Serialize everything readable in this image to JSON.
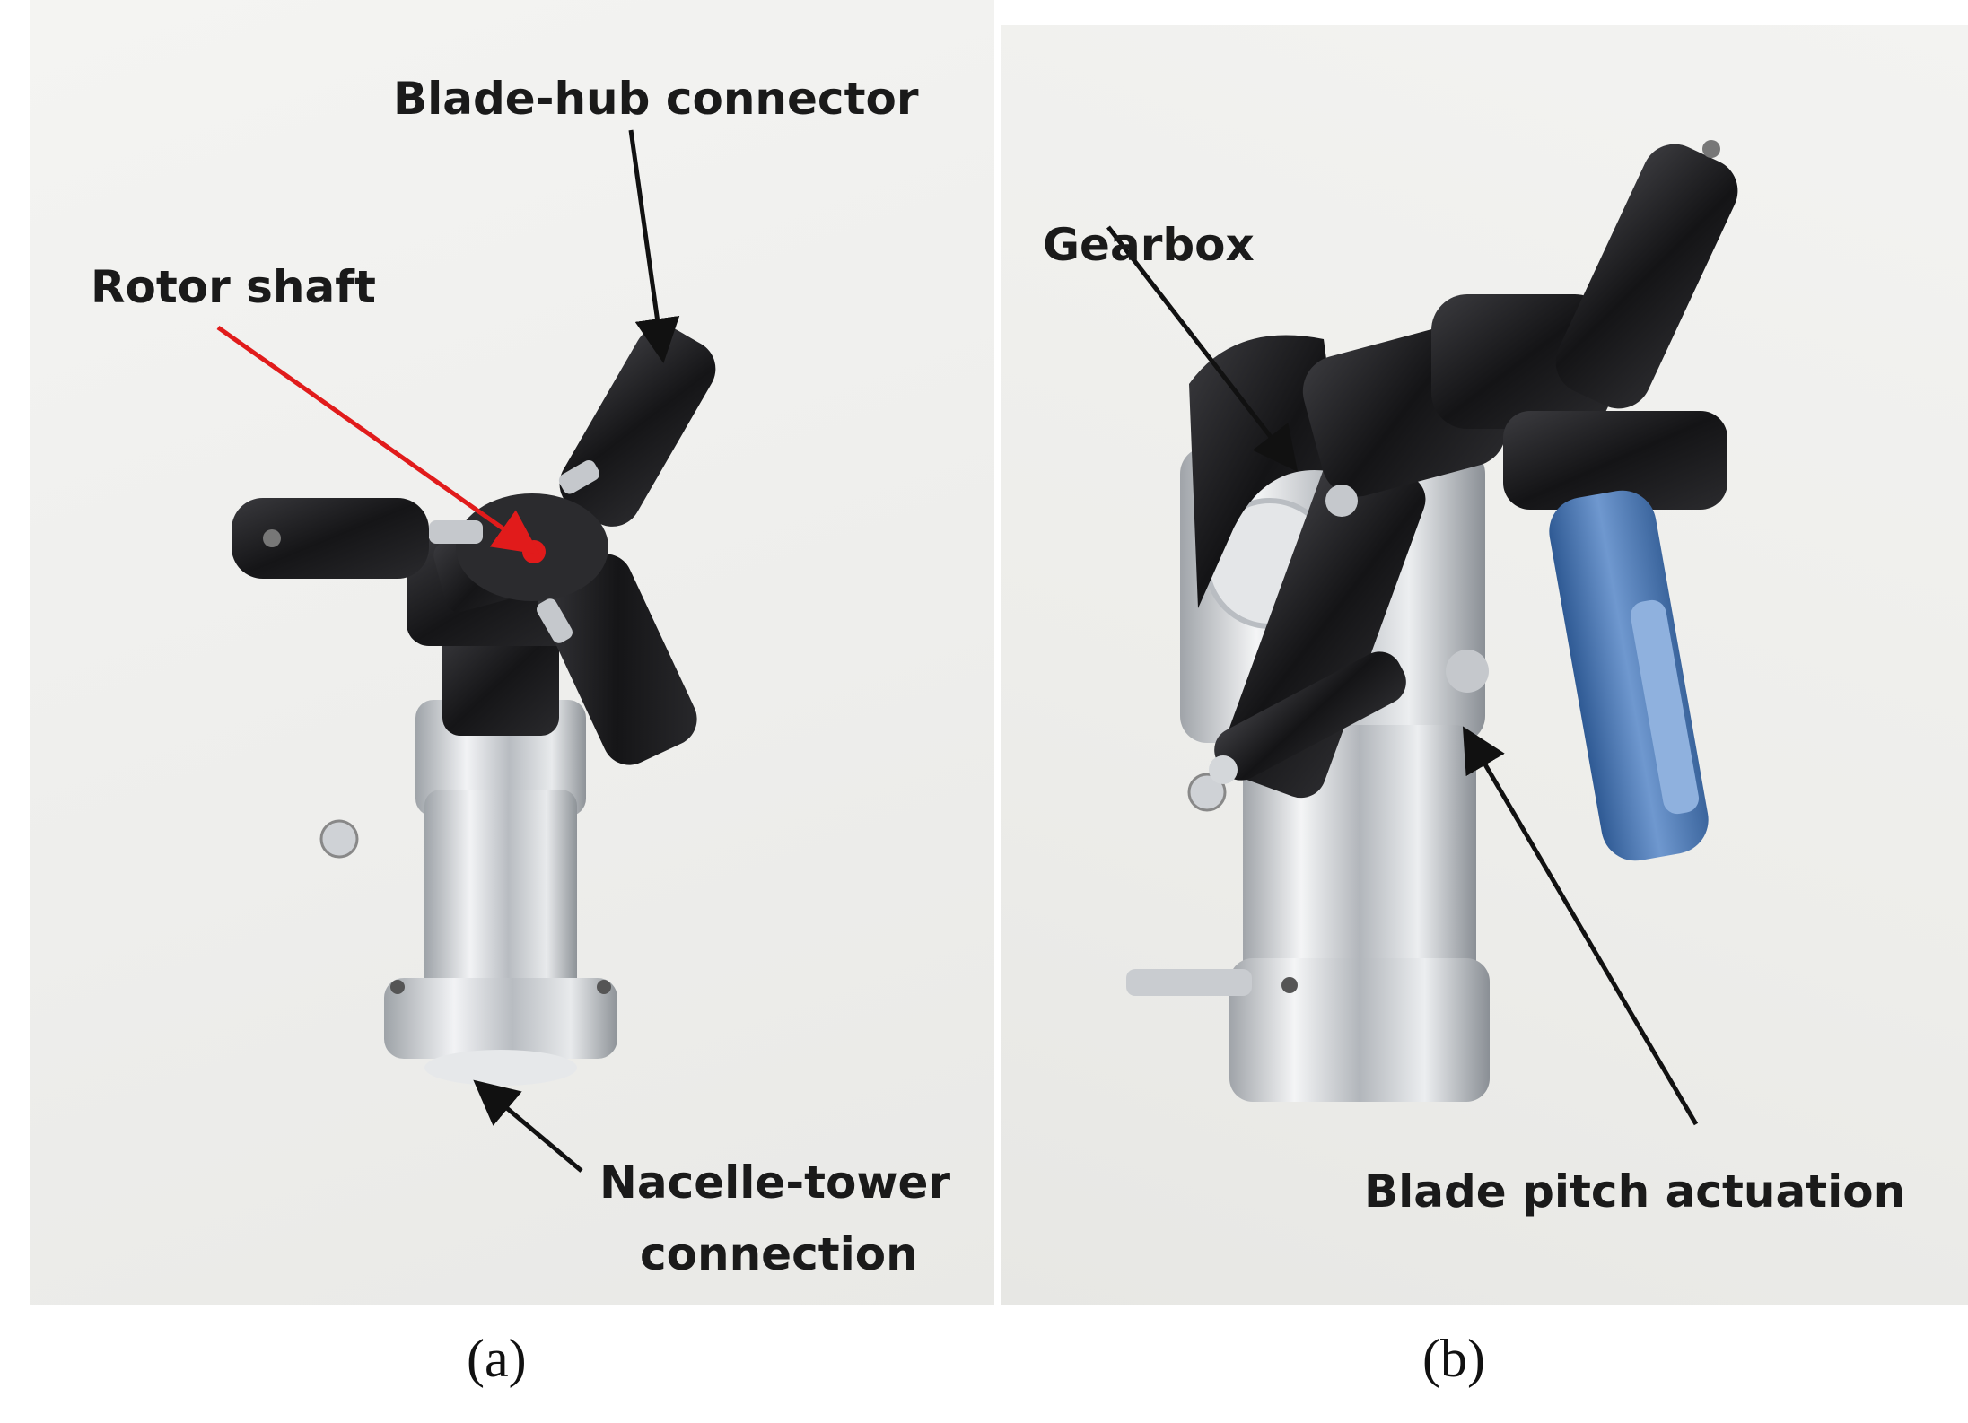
{
  "panel_a": {
    "labels": {
      "blade_hub": "Blade-hub connector",
      "rotor_shaft": "Rotor shaft",
      "nacelle_tower_line1": "Nacelle-tower",
      "nacelle_tower_line2": "connection"
    },
    "caption": "(a)"
  },
  "panel_b": {
    "labels": {
      "gearbox": "Gearbox",
      "blade_pitch": "Blade pitch actuation"
    },
    "caption": "(b)"
  },
  "colors": {
    "arrow_black": "#111111",
    "arrow_red": "#e11b1b",
    "plastic_black": "#1c1c1e",
    "aluminum": "#c9ccd0",
    "blue_part": "#4f78b0"
  }
}
